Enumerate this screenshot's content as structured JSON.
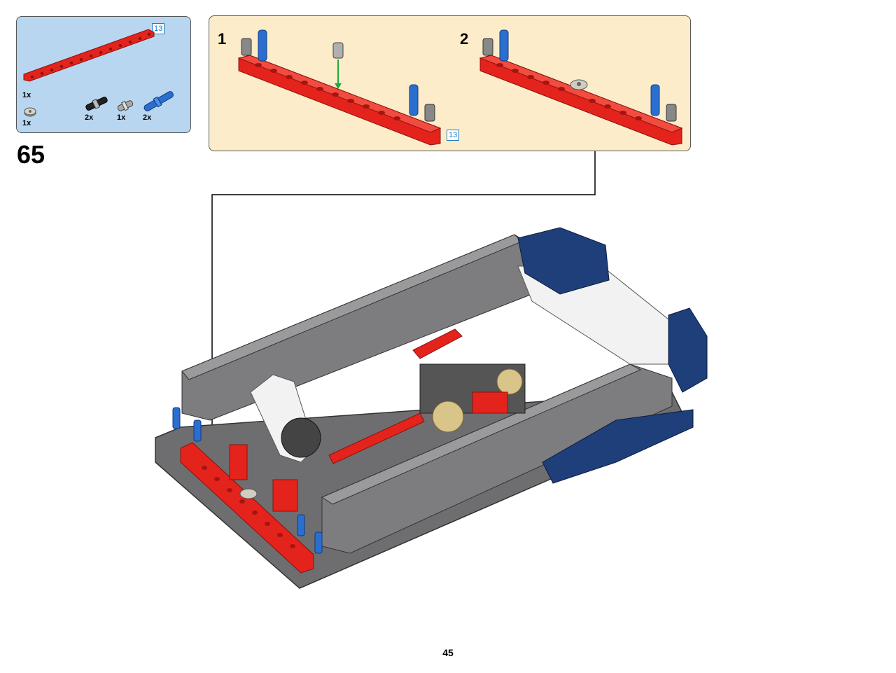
{
  "step": {
    "number": "65"
  },
  "parts_list": {
    "beam": {
      "length_tag": "13",
      "quantity": "1x"
    },
    "items": [
      {
        "name": "round-bush",
        "quantity": "1x"
      },
      {
        "name": "axle-pin-black",
        "quantity": "2x"
      },
      {
        "name": "axle-pin-grey",
        "quantity": "1x"
      },
      {
        "name": "axle-pin-blue",
        "quantity": "2x"
      }
    ]
  },
  "substeps": [
    {
      "number": "1"
    },
    {
      "number": "2"
    }
  ],
  "substep_beam_tag": "13",
  "page": {
    "number": "45"
  },
  "colors": {
    "parts_background": "#b9d6f0",
    "substep_background": "#fcecc9",
    "beam_red": "#e4231c",
    "tag_blue": "#1e7fc4",
    "chassis_grey": "#6e6e70",
    "panel_blue": "#1f3f7a"
  }
}
